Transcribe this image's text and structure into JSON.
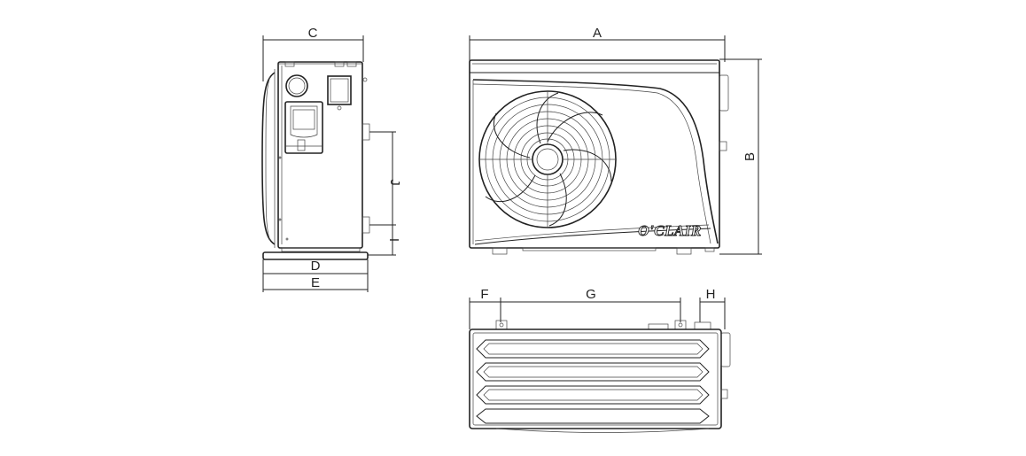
{
  "dimensions": {
    "A": "A",
    "B": "B",
    "C": "C",
    "D": "D",
    "E": "E",
    "F": "F",
    "G": "G",
    "H": "H",
    "I": "I",
    "J": "J"
  },
  "brand": "O'CLAIR",
  "colors": {
    "line": "#222222",
    "background": "#ffffff"
  }
}
